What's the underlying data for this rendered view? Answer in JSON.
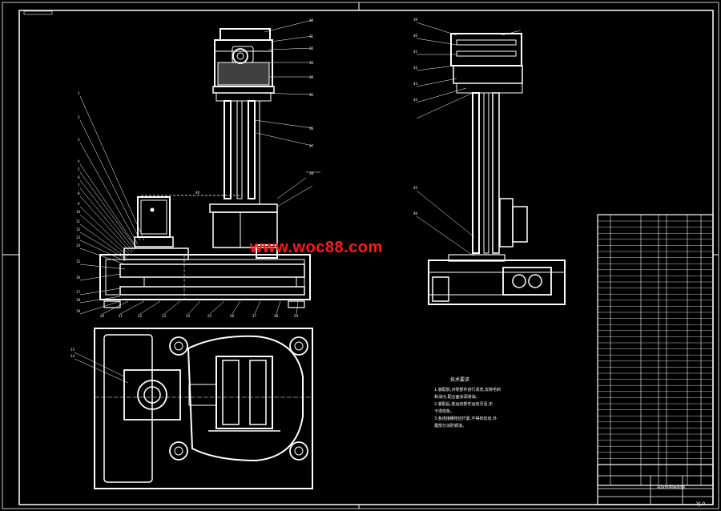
{
  "drawing": {
    "watermark": "www.woc88.com",
    "sheet_id": "YJ-0",
    "title_block_name": "钻床结构装配图",
    "colors": {
      "background": "#000000",
      "line": "#ffffff",
      "watermark": "#ff1a1a"
    }
  },
  "notes": {
    "title": "技术要求",
    "lines": [
      "1.装配前,对零部件进行清洗,去除毛刺",
      "和油污,配合面涂润滑油。",
      "2.装配后,各运动部件运动灵活,无",
      "卡滞现象。",
      "3.各连接螺栓应拧紧,不得有松动,外",
      "露部分涂防锈漆。"
    ]
  },
  "callouts_front": [
    "1",
    "2",
    "3",
    "4",
    "5",
    "6",
    "7",
    "8",
    "9",
    "10",
    "11",
    "12",
    "13",
    "14",
    "15",
    "16",
    "17",
    "18",
    "19",
    "20",
    "21",
    "22",
    "23",
    "24",
    "25",
    "26",
    "27",
    "28",
    "29",
    "30",
    "31",
    "32",
    "33",
    "34",
    "35",
    "36",
    "37",
    "38"
  ],
  "callouts_side": [
    "39",
    "40",
    "41",
    "42",
    "43",
    "44",
    "45",
    "46"
  ]
}
